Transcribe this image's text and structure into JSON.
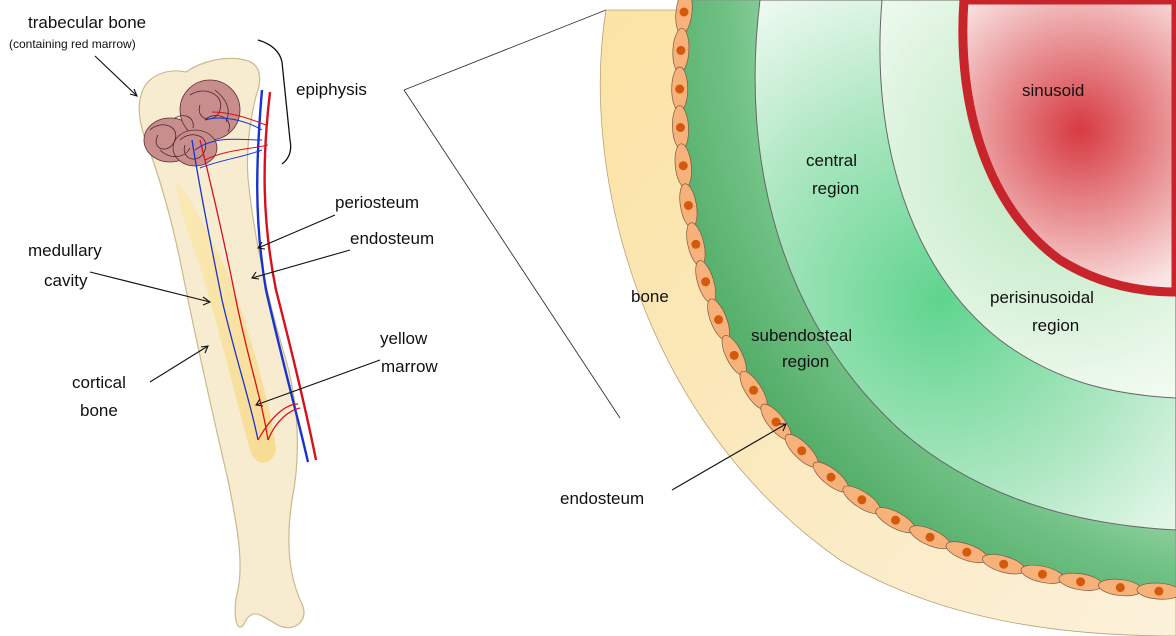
{
  "labels": {
    "trabecular_bone": "trabecular bone",
    "containing_red_marrow": "(containing red marrow)",
    "epiphysis": "epiphysis",
    "periosteum": "periosteum",
    "endosteum_left": "endosteum",
    "medullary": "medullary",
    "cavity": "cavity",
    "yellow": "yellow",
    "marrow": "marrow",
    "cortical": "cortical",
    "bone_left": "bone",
    "bone_right": "bone",
    "sinusoid": "sinusoid",
    "central": "central",
    "region_central": "region",
    "perisinusoidal": "perisinusoidal",
    "region_perisinusoidal": "region",
    "subendosteal": "subendosteal",
    "region_subendosteal": "region",
    "endosteum_right": "endosteum"
  },
  "colors": {
    "bone_fill": "#f8eed3",
    "bone_outline": "#c8b98e",
    "yellow_marrow": "#fbe7a8",
    "red_vessel": "#d8101a",
    "blue_vessel": "#1a33cc",
    "trabecular_fill": "#c98a8a",
    "sinusoid_red": "#c8242b",
    "green_zone": "#49b25e",
    "endosteal_cell": "#f7b17a",
    "cell_nucleus": "#d35a0d"
  }
}
